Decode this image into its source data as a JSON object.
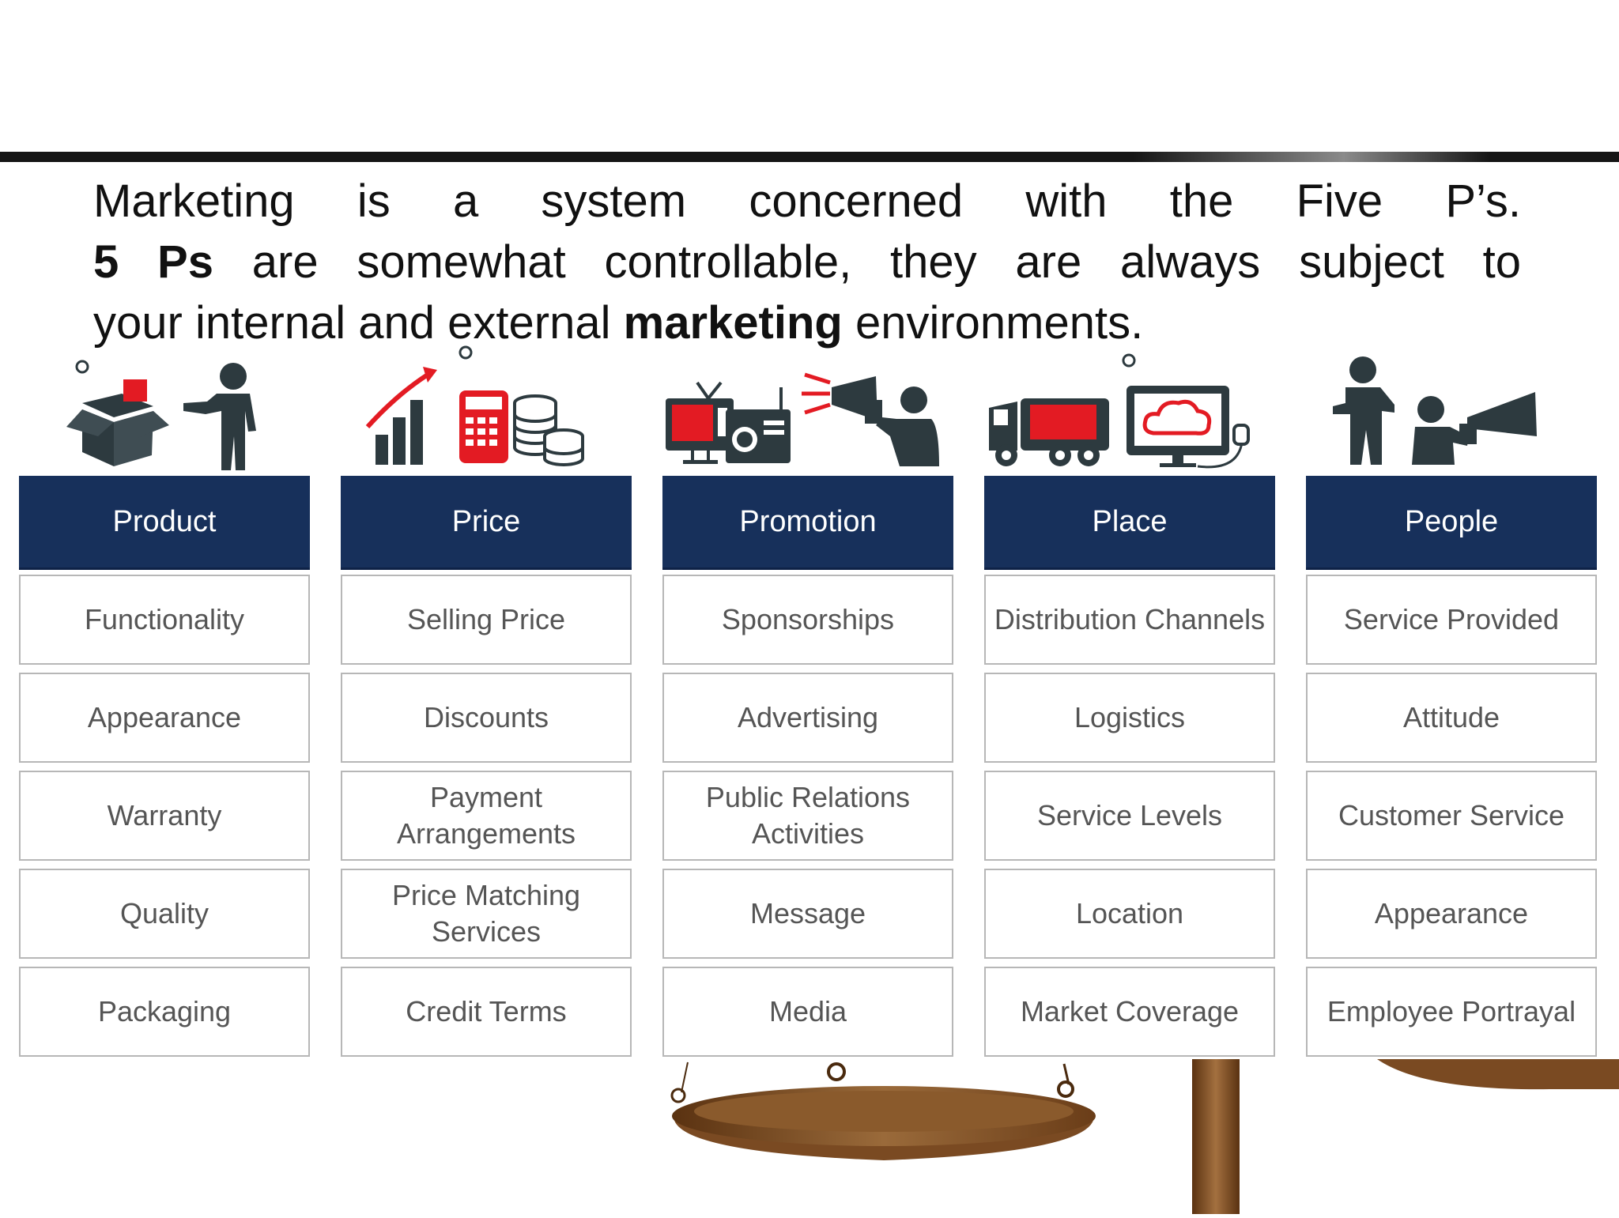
{
  "intro": {
    "line1": "Marketing is a system concerned with the Five P’s.",
    "line2_bold": "5 Ps",
    "line2_rest": " are somewhat controllable, they are always subject to",
    "line3_start": "your internal and external ",
    "line3_bold": "marketing",
    "line3_end": " environments."
  },
  "columns": [
    {
      "title": "Product",
      "icon": "box-and-person-icon",
      "items": [
        "Functionality",
        "Appearance",
        "Warranty",
        "Quality",
        "Packaging"
      ]
    },
    {
      "title": "Price",
      "icon": "chart-calculator-coins-icon",
      "items": [
        "Selling Price",
        "Discounts",
        "Payment Arrangements",
        "Price Matching Services",
        "Credit Terms"
      ]
    },
    {
      "title": "Promotion",
      "icon": "tv-radio-megaphone-icon",
      "items": [
        "Sponsorships",
        "Advertising",
        "Public Relations Activities",
        "Message",
        "Media"
      ]
    },
    {
      "title": "Place",
      "icon": "truck-cloud-monitor-icon",
      "items": [
        "Distribution Channels",
        "Logistics",
        "Service Levels",
        "Location",
        "Market Coverage"
      ]
    },
    {
      "title": "People",
      "icon": "person-and-megaphone-icon",
      "items": [
        "Service Provided",
        "Attitude",
        "Customer Service",
        "Appearance",
        "Employee Portrayal"
      ]
    }
  ],
  "colors": {
    "header": "#17305b",
    "accent_red": "#e31b23",
    "icon_dark": "#2d3a3f",
    "cell_border": "#b7b7b7",
    "bowl": "#7a4a22"
  }
}
